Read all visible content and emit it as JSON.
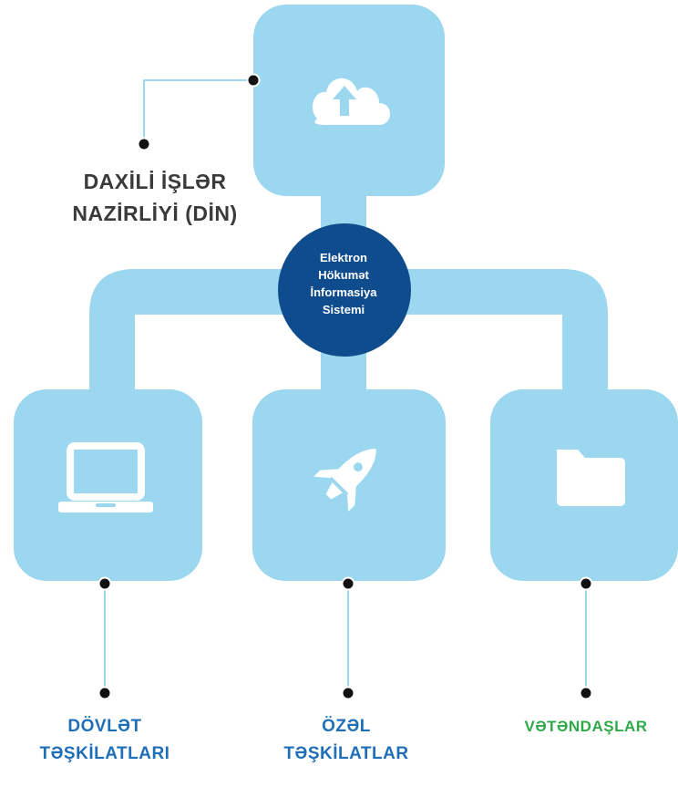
{
  "hub": {
    "lines": [
      "Elektron",
      "Hökumət",
      "İnformasiya",
      "Sistemi"
    ]
  },
  "top_node": {
    "icon": "cloud-upload-icon",
    "label_lines": [
      "DAXİLİ İŞLƏR",
      "NAZİRLİYİ (DİN)"
    ]
  },
  "nodes": [
    {
      "icon": "laptop-icon",
      "label_lines": [
        "DÖVLƏT",
        "TƏŞKİLATLARI"
      ]
    },
    {
      "icon": "rocket-icon",
      "label_lines": [
        "ÖZƏL",
        "TƏŞKİLATLAR"
      ]
    },
    {
      "icon": "folder-icon",
      "label_lines": [
        "VƏTƏNDAŞLAR"
      ]
    }
  ],
  "colors": {
    "node_fill": "#9cd7f0",
    "hub_fill": "#0f4c8e",
    "connector": "#7ec8e8",
    "dot": "#111111",
    "icon": "#ffffff",
    "label_dark": "#3a3a3a",
    "label_blue": "#1f6fb8",
    "label_green": "#2eaa4a"
  }
}
